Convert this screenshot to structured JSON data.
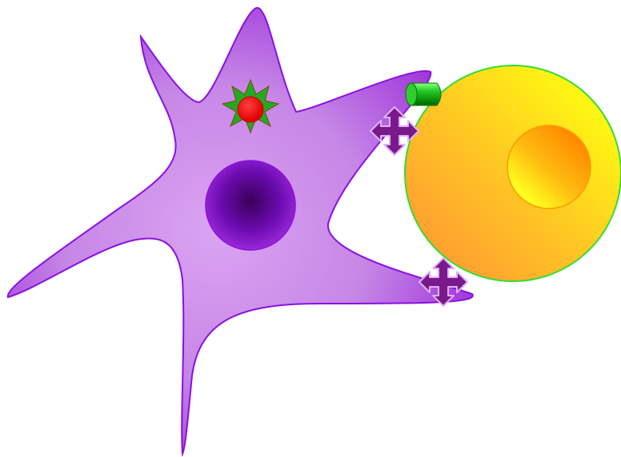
{
  "diagram": {
    "title": "",
    "elements": [
      {
        "id": "dendritic-cell",
        "shape": "star-shaped cell",
        "color": "#9b30d9"
      },
      {
        "id": "dendritic-cell-nucleus",
        "shape": "circle",
        "color": "#6a0dad"
      },
      {
        "id": "antigen-particle",
        "shape": "spiky sphere",
        "color": "#ff0000"
      },
      {
        "id": "t-cell",
        "shape": "circle",
        "color": "#ffcc00"
      },
      {
        "id": "t-cell-nucleus",
        "shape": "circle",
        "color": "#ff9900"
      },
      {
        "id": "receptor",
        "shape": "cylinder",
        "color": "#00cc00"
      },
      {
        "id": "adhesion-marker-upper",
        "shape": "four-way-arrow",
        "color": "#7a1a8a"
      },
      {
        "id": "adhesion-marker-lower",
        "shape": "four-way-arrow",
        "color": "#7a1a8a"
      }
    ]
  },
  "colors": {
    "cell_light": "#d9a0f0",
    "cell_dark": "#9b30d9",
    "cell_outline": "#8a10e0",
    "tcell_light": "#ffff10",
    "tcell_dark": "#ffa030",
    "tcell_outline": "#33dd33",
    "receptor": "#00bb00",
    "arrow": "#7a1a8a",
    "arrow_outline": "#e0b0ff",
    "antigen": "#ff0000",
    "antigen_spikes": "#228b22"
  }
}
